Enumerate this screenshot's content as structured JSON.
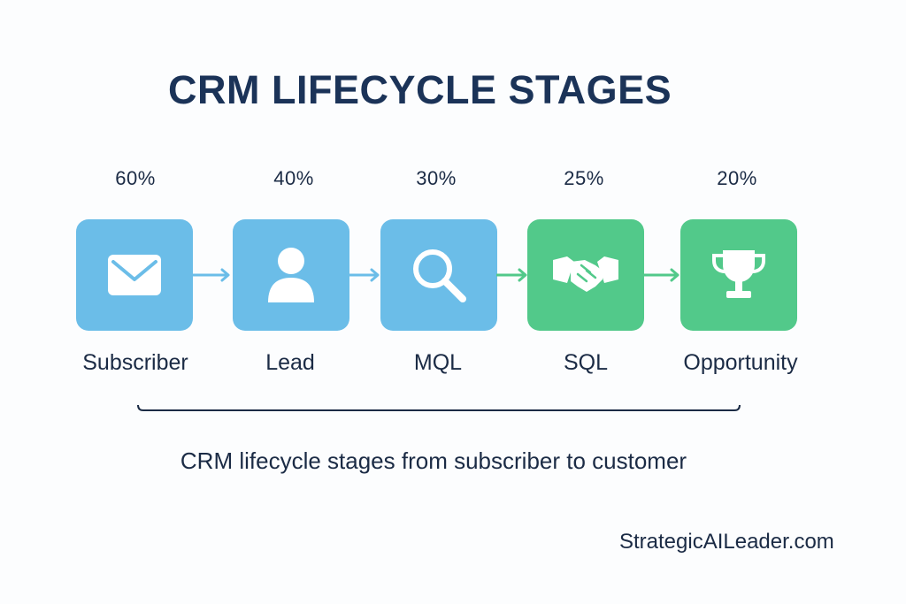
{
  "title": "CRM LIFECYCLE STAGES",
  "stages": [
    {
      "label": "Subscriber",
      "percent": "60%",
      "icon": "envelope-icon",
      "color": "#6bbde8"
    },
    {
      "label": "Lead",
      "percent": "40%",
      "icon": "person-icon",
      "color": "#6bbde8"
    },
    {
      "label": "MQL",
      "percent": "30%",
      "icon": "magnifier-icon",
      "color": "#6bbde8"
    },
    {
      "label": "SQL",
      "percent": "25%",
      "icon": "handshake-icon",
      "color": "#52c98a"
    },
    {
      "label": "Opportunity",
      "percent": "20%",
      "icon": "trophy-icon",
      "color": "#52c98a"
    }
  ],
  "caption": "CRM lifecycle stages from subscriber to customer",
  "footer": "StrategicAILeader.com",
  "colors": {
    "blue_stage": "#6bbde8",
    "green_stage": "#52c98a",
    "title": "#1b3358",
    "text": "#1b2b45"
  }
}
